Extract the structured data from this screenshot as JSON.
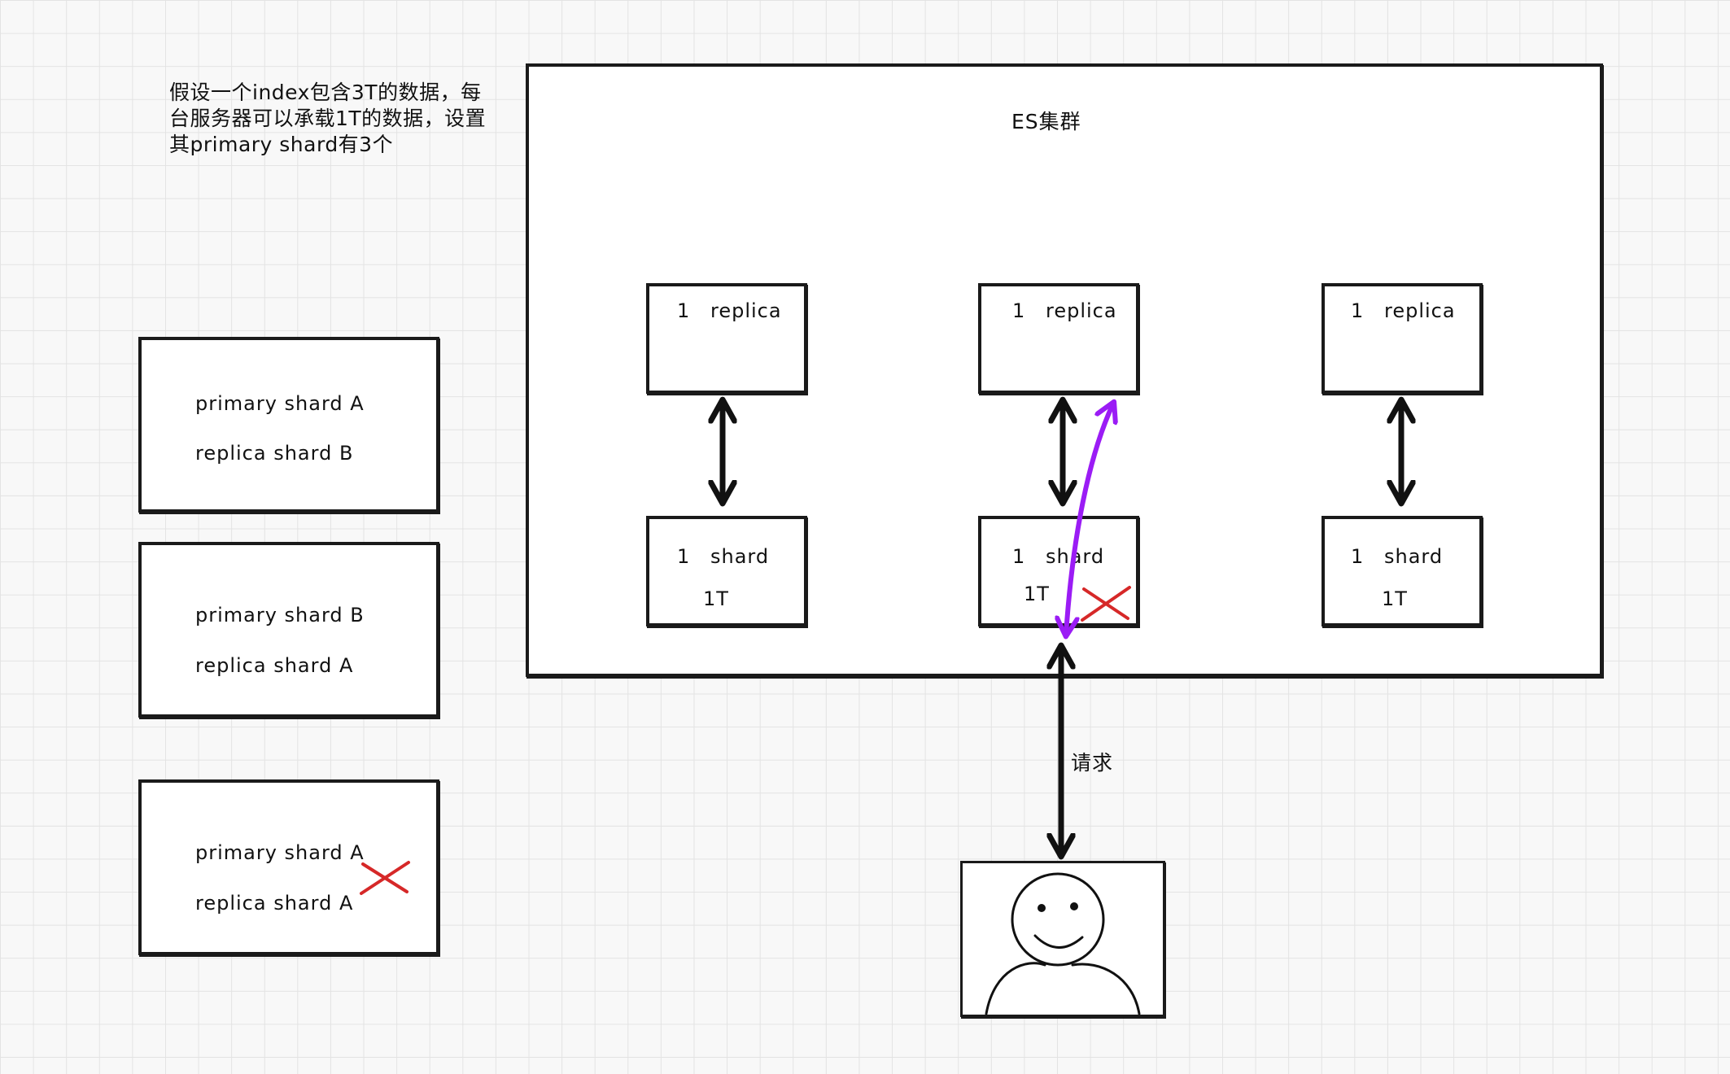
{
  "note": "假设一个index包含3T的数据，每台服务器可以承载1T的数据，设置其primary shard有3个",
  "cluster": {
    "label": "ES集群"
  },
  "nodes": [
    {
      "replica_num": "1",
      "replica_label": "replica",
      "shard_num": "1",
      "shard_label": "shard",
      "size": "1T"
    },
    {
      "replica_num": "1",
      "replica_label": "replica",
      "shard_num": "1",
      "shard_label": "shard",
      "size": "1T"
    },
    {
      "replica_num": "1",
      "replica_label": "replica",
      "shard_num": "1",
      "shard_label": "shard",
      "size": "1T"
    }
  ],
  "servers": [
    {
      "primary": "primary shard A",
      "replica": "replica shard B"
    },
    {
      "primary": "primary shard B",
      "replica": "replica shard A"
    },
    {
      "primary": "primary shard A",
      "replica": "replica shard A"
    }
  ],
  "request_label": "请求",
  "colors": {
    "fail_mark": "#d62828",
    "request_path": "#9b1cf5",
    "outline": "#1a1a1a"
  },
  "icons": {
    "user": "smiley-person-icon",
    "fail": "red-x-icon"
  }
}
